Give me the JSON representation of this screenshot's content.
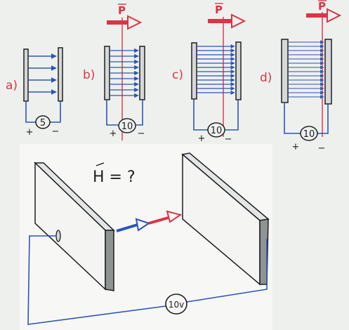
{
  "colors": {
    "board": "#eef0ee",
    "ink_black": "#1d1f24",
    "ink_blue": "#2a55b8",
    "ink_red": "#d83545",
    "ink_orange": "#e0703a",
    "plate_fill": "#d7d9d8"
  },
  "panels": [
    {
      "label": "a)",
      "battery": "5",
      "plus": "+",
      "minus": "−",
      "has_momentum": false
    },
    {
      "label": "b)",
      "battery": "10",
      "plus": "+",
      "minus": "−",
      "has_momentum": true,
      "momentum": "P"
    },
    {
      "label": "c)",
      "battery": "10",
      "plus": "+",
      "minus": "−",
      "has_momentum": true,
      "momentum": "P"
    },
    {
      "label": "d)",
      "battery": "10",
      "plus": "+",
      "minus": "−",
      "has_momentum": true,
      "momentum": "P"
    }
  ],
  "bottom": {
    "question": "H = ?",
    "battery": "10v"
  }
}
